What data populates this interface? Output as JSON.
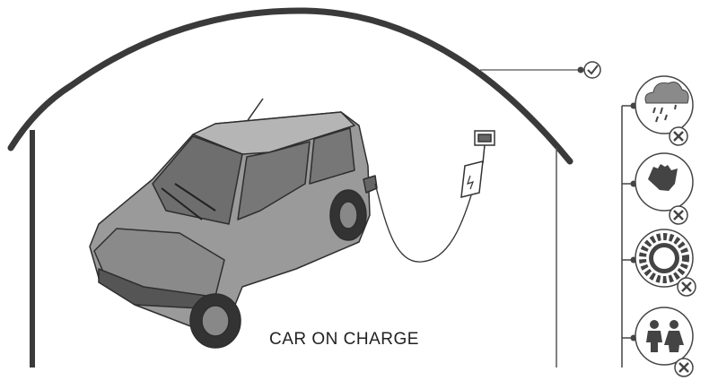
{
  "caption": "CAR ON CHARGE",
  "colors": {
    "stroke": "#3a3a3a",
    "car_fill": "#9a9a9a",
    "car_dark": "#555555",
    "icon_fill": "#4a4a4a"
  },
  "conditions": [
    {
      "icon": "rain-cloud-icon",
      "status": "not-allowed"
    },
    {
      "icon": "hand-touch-icon",
      "status": "not-allowed"
    },
    {
      "icon": "sun-icon",
      "status": "not-allowed"
    },
    {
      "icon": "children-icon",
      "status": "not-allowed"
    }
  ],
  "shelter_status": "check-icon"
}
